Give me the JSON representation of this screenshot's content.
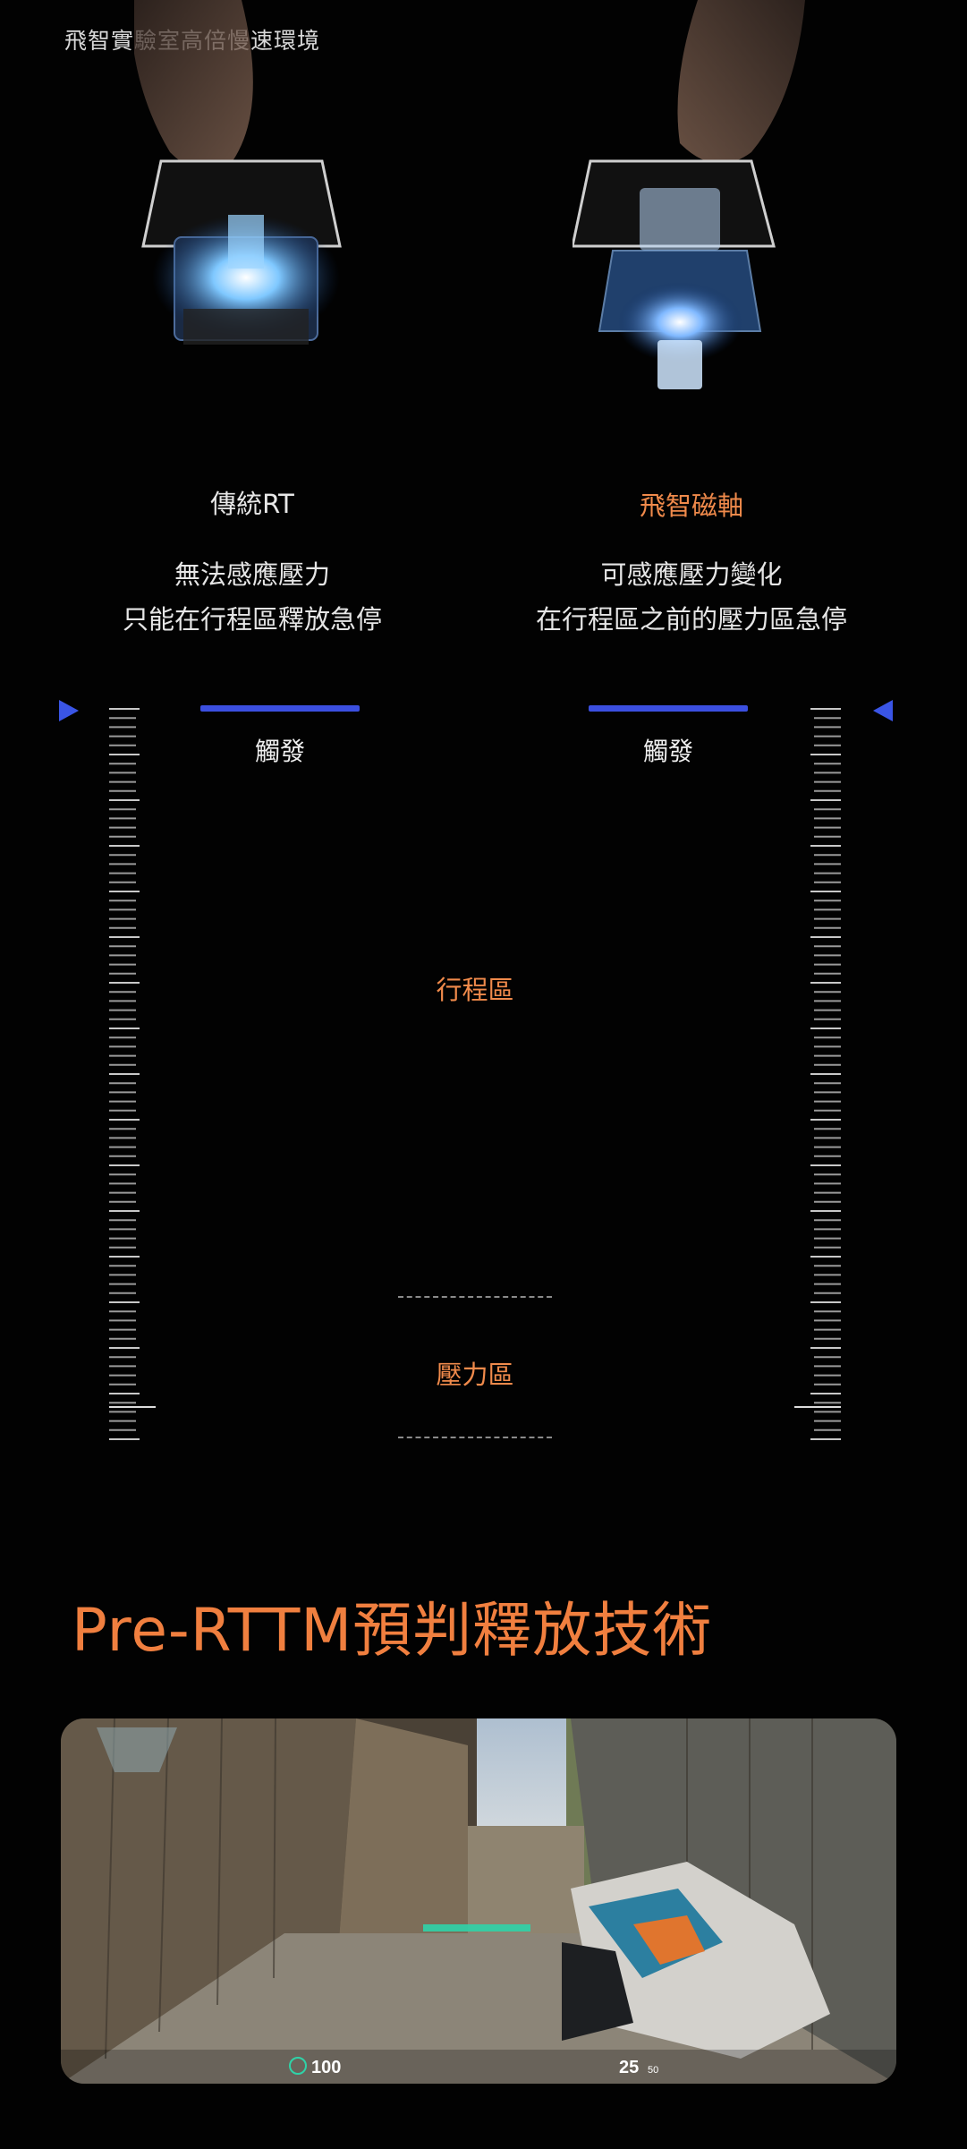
{
  "lab_label": "飛智實驗室高倍慢速環境",
  "left_column": {
    "title": "傳統RT",
    "desc_line1": "無法感應壓力",
    "desc_line2": "只能在行程區釋放急停",
    "trigger_label": "觸發"
  },
  "right_column": {
    "title": "飛智磁軸",
    "desc_line1": "可感應壓力變化",
    "desc_line2": "在行程區之前的壓力區急停",
    "trigger_label": "觸發"
  },
  "zones": {
    "travel": "行程區",
    "pressure": "壓力區"
  },
  "headline": "Pre-RTTM預判釋放技術",
  "game_hud": {
    "health": "100",
    "ammo": "25",
    "ammo_reserve": "50"
  },
  "colors": {
    "accent_orange": "#f08a4b",
    "indicator_blue": "#3b4fe0",
    "background": "#020202"
  }
}
